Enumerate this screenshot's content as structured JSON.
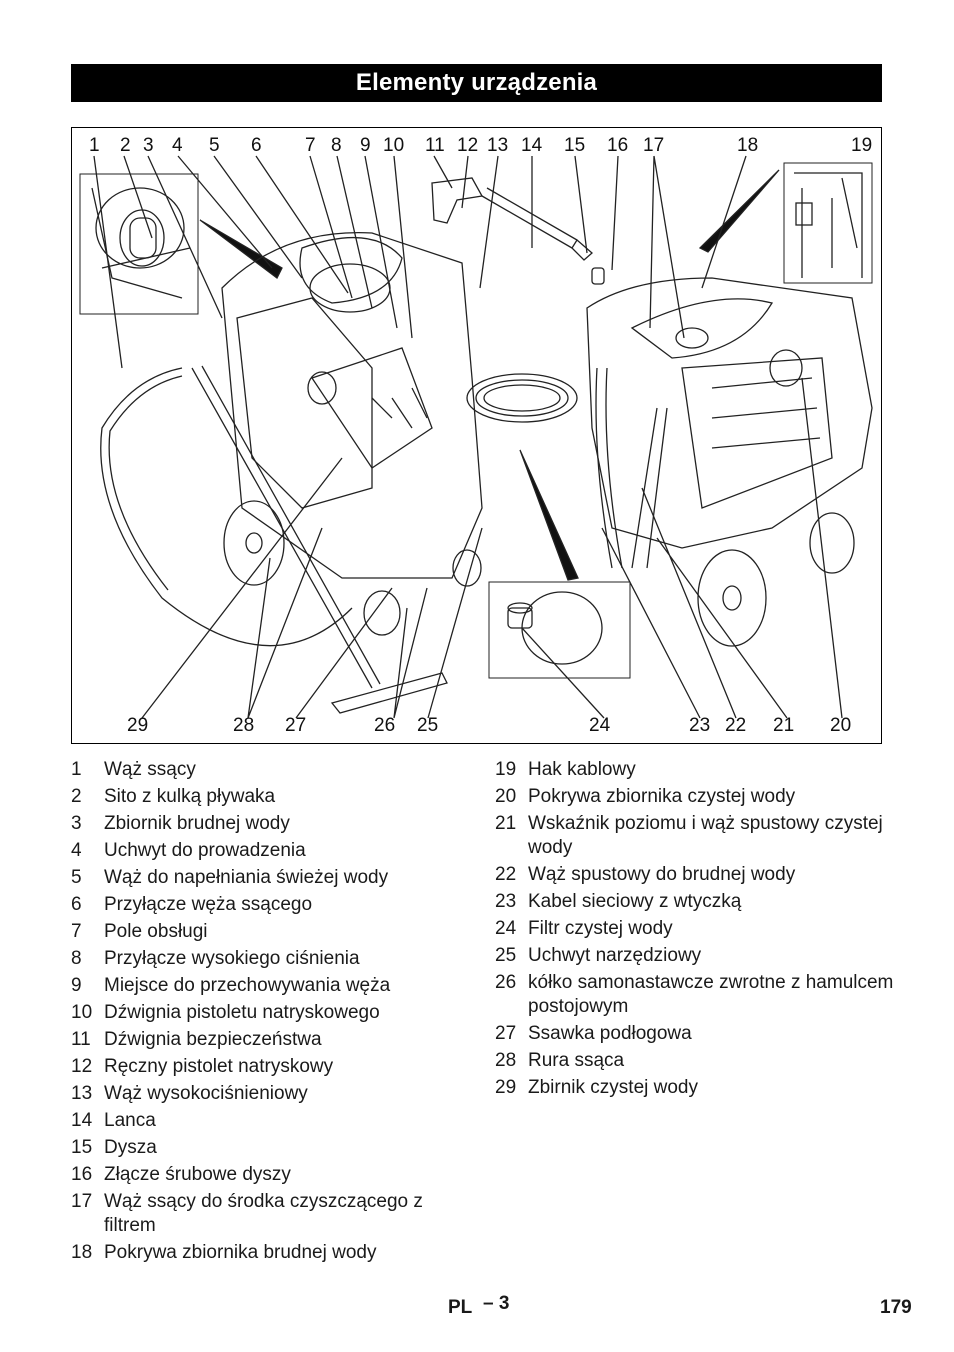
{
  "header": {
    "title": "Elementy urządzenia"
  },
  "figure": {
    "top_numbers": [
      "1",
      "2",
      "3",
      "4",
      "5",
      "6",
      "7",
      "8",
      "9",
      "10",
      "11",
      "12",
      "13",
      "14",
      "15",
      "16",
      "17",
      "18",
      "19"
    ],
    "bottom_numbers": [
      "29",
      "28",
      "27",
      "26",
      "25",
      "24",
      "23",
      "22",
      "21",
      "20"
    ]
  },
  "legend": {
    "left": [
      {
        "num": "1",
        "text": "Wąż ssący"
      },
      {
        "num": "2",
        "text": "Sito z kulką pływaka"
      },
      {
        "num": "3",
        "text": "Zbiornik brudnej wody"
      },
      {
        "num": "4",
        "text": "Uchwyt do prowadzenia"
      },
      {
        "num": "5",
        "text": "Wąż do napełniania świeżej wody"
      },
      {
        "num": "6",
        "text": "Przyłącze węża ssącego"
      },
      {
        "num": "7",
        "text": "Pole obsługi"
      },
      {
        "num": "8",
        "text": "Przyłącze wysokiego ciśnienia"
      },
      {
        "num": "9",
        "text": "Miejsce do przechowywania węża"
      },
      {
        "num": "10",
        "text": "Dźwignia pistoletu natryskowego"
      },
      {
        "num": "11",
        "text": "Dźwignia bezpieczeństwa"
      },
      {
        "num": "12",
        "text": "Ręczny pistolet natryskowy"
      },
      {
        "num": "13",
        "text": "Wąż wysokociśnieniowy"
      },
      {
        "num": "14",
        "text": "Lanca"
      },
      {
        "num": "15",
        "text": "Dysza"
      },
      {
        "num": "16",
        "text": "Złącze śrubowe dyszy"
      },
      {
        "num": "17",
        "text": "Wąż ssący do środka czyszczącego z filtrem"
      },
      {
        "num": "18",
        "text": "Pokrywa zbiornika brudnej wody"
      }
    ],
    "right": [
      {
        "num": "19",
        "text": "Hak kablowy"
      },
      {
        "num": "20",
        "text": "Pokrywa zbiornika czystej wody"
      },
      {
        "num": "21",
        "text": "Wskaźnik poziomu i wąż spustowy czystej wody"
      },
      {
        "num": "22",
        "text": "Wąż spustowy do brudnej wody"
      },
      {
        "num": "23",
        "text": "Kabel sieciowy z wtyczką"
      },
      {
        "num": "24",
        "text": "Filtr czystej wody"
      },
      {
        "num": "25",
        "text": "Uchwyt narzędziowy"
      },
      {
        "num": "26",
        "text": "kółko samonastawcze zwrotne z hamulcem postojowym"
      },
      {
        "num": "27",
        "text": "Ssawka podłogowa"
      },
      {
        "num": "28",
        "text": "Rura ssąca"
      },
      {
        "num": "29",
        "text": "Zbirnik czystej wody"
      }
    ]
  },
  "footer": {
    "lang": "PL",
    "section": "– 3",
    "page": "179"
  }
}
